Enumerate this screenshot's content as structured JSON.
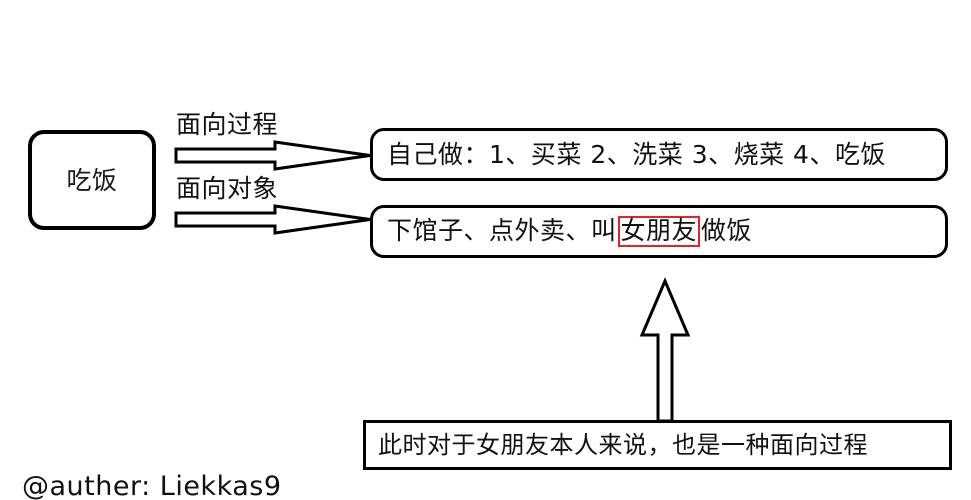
{
  "diagram": {
    "source_node": {
      "label": "吃饭"
    },
    "edges": [
      {
        "label": "面向过程",
        "icon": "right-block-arrow-icon"
      },
      {
        "label": "面向对象",
        "icon": "right-block-arrow-icon"
      }
    ],
    "result_boxes": [
      {
        "text": "自己做：1、买菜 2、洗菜 3、烧菜 4、吃饭"
      },
      {
        "text_before": "下馆子、点外卖、叫",
        "highlight": "女朋友",
        "highlight_color": "#e8202a",
        "text_after": "做饭"
      }
    ],
    "callout": {
      "text": "此时对于女朋友本人来说，也是一种面向过程",
      "arrow_icon": "up-block-arrow-icon"
    },
    "watermark": "@auther: Liekkas9"
  }
}
